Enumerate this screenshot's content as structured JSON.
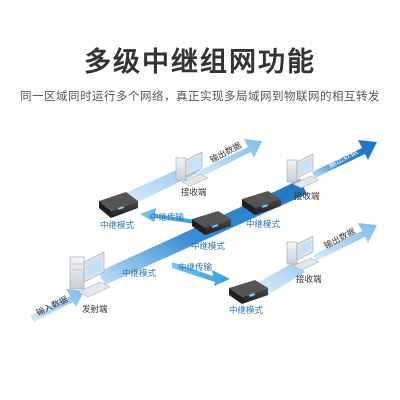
{
  "title": "多级中继组网功能",
  "subtitle": "同一区域同时运行多个网络，真正实现多局域网到物联网的相互转发",
  "labels": {
    "relay_mode": "中继模式",
    "relay_transfer": "中继传输",
    "receiver": "接收端",
    "sender": "发射端",
    "output_data": "输出数据",
    "input_data": "输入数据"
  },
  "colors": {
    "beam_dark": "#1f78c8",
    "beam_light": "#a9d2f2",
    "device": "#2b2b2b",
    "label_blue": "#2a6fb0"
  }
}
